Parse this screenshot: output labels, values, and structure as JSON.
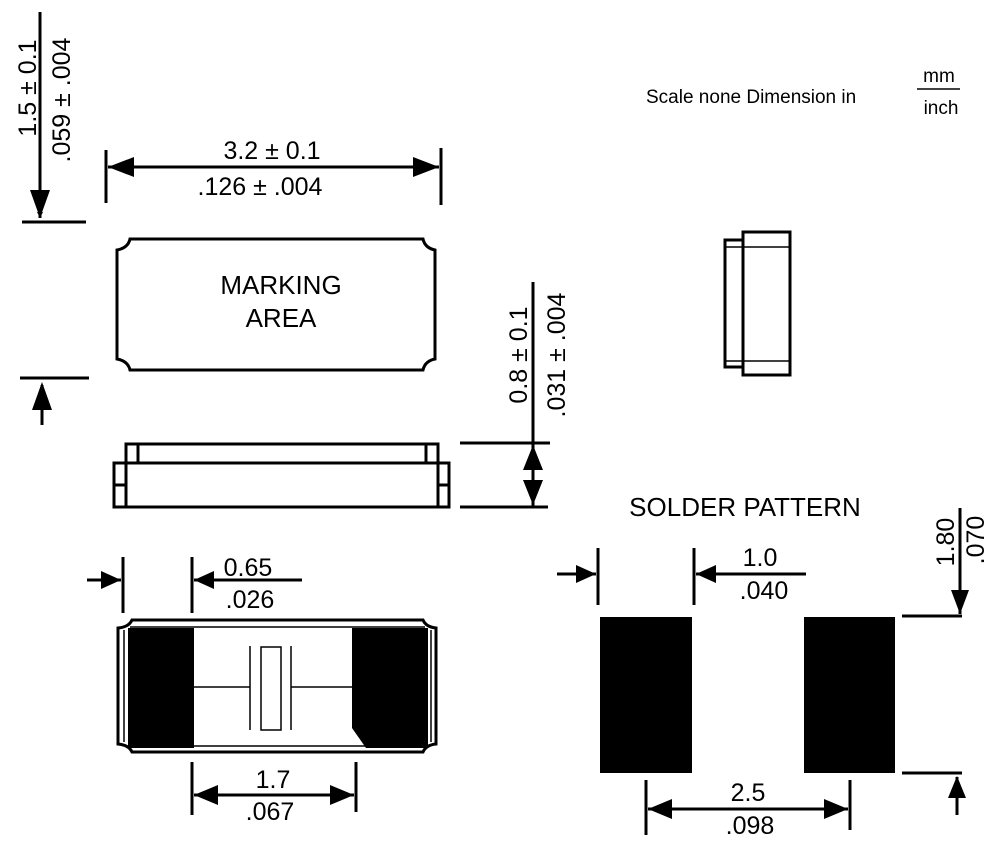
{
  "note": {
    "scale": "Scale none  Dimension in",
    "unit_top": "mm",
    "unit_bottom": "inch"
  },
  "top_view": {
    "marking_line1": "MARKING",
    "marking_line2": "AREA",
    "width_mm": "3.2 ± 0.1",
    "width_inch": ".126 ± .004",
    "height_mm": "1.5 ± 0.1",
    "height_inch": ".059 ± .004"
  },
  "side_view": {
    "thickness_mm": "0.8 ± 0.1",
    "thickness_inch": ".031 ± .004"
  },
  "bottom_view": {
    "terminal_mm": "0.65",
    "terminal_inch": ".026",
    "gap_mm": "1.7",
    "gap_inch": ".067"
  },
  "solder_pattern": {
    "title": "SOLDER PATTERN",
    "pad_width_mm": "1.0",
    "pad_width_inch": ".040",
    "pad_height_mm": "1.80",
    "pad_height_inch": ".070",
    "pitch_mm": "2.5",
    "pitch_inch": ".098"
  }
}
